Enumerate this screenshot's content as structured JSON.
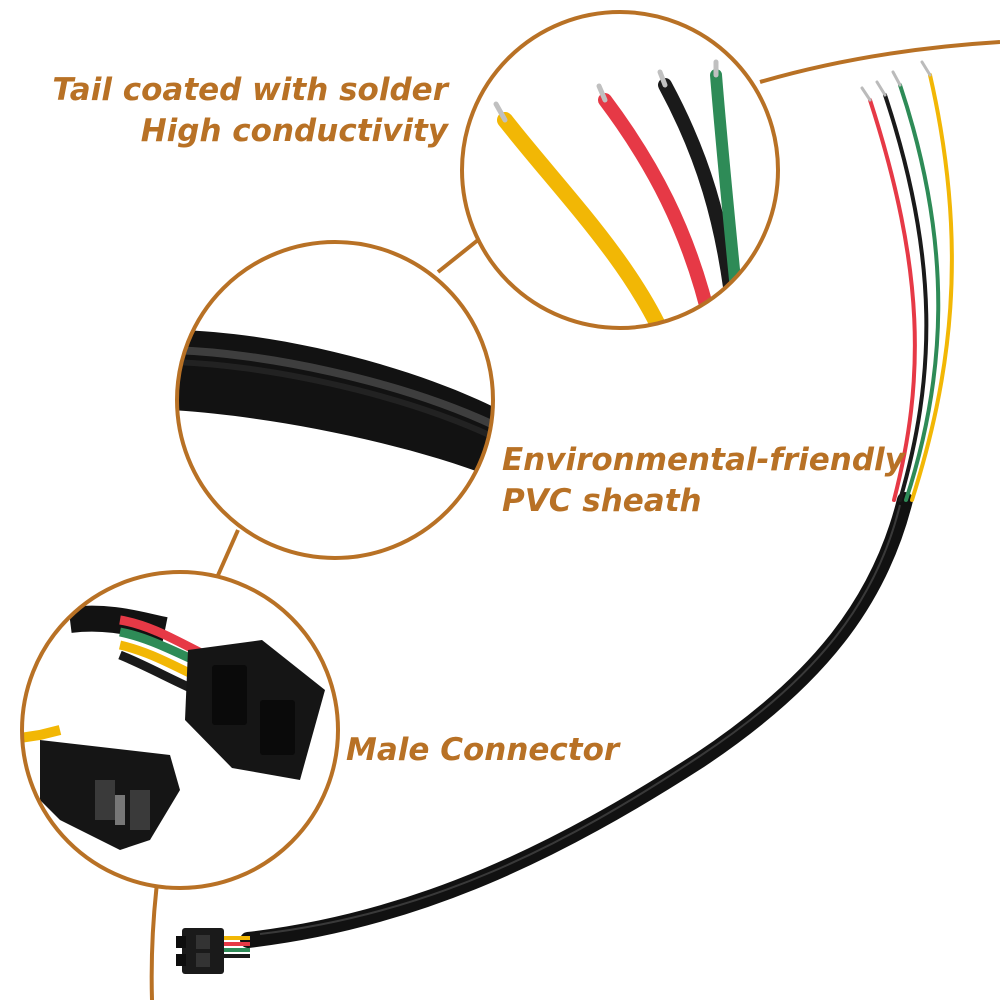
{
  "colors": {
    "accent": "#b87125",
    "sheath": "#111111",
    "wire_yellow": "#f2b705",
    "wire_red": "#e63946",
    "wire_black": "#1a1a1a",
    "wire_green": "#2e8b57"
  },
  "captions": {
    "tail": {
      "line1": "Tail coated with solder",
      "line2": "High conductivity"
    },
    "sheath": {
      "line1": "Environmental-friendly",
      "line2": "PVC sheath"
    },
    "connector": {
      "line1": "Male Connector"
    }
  }
}
